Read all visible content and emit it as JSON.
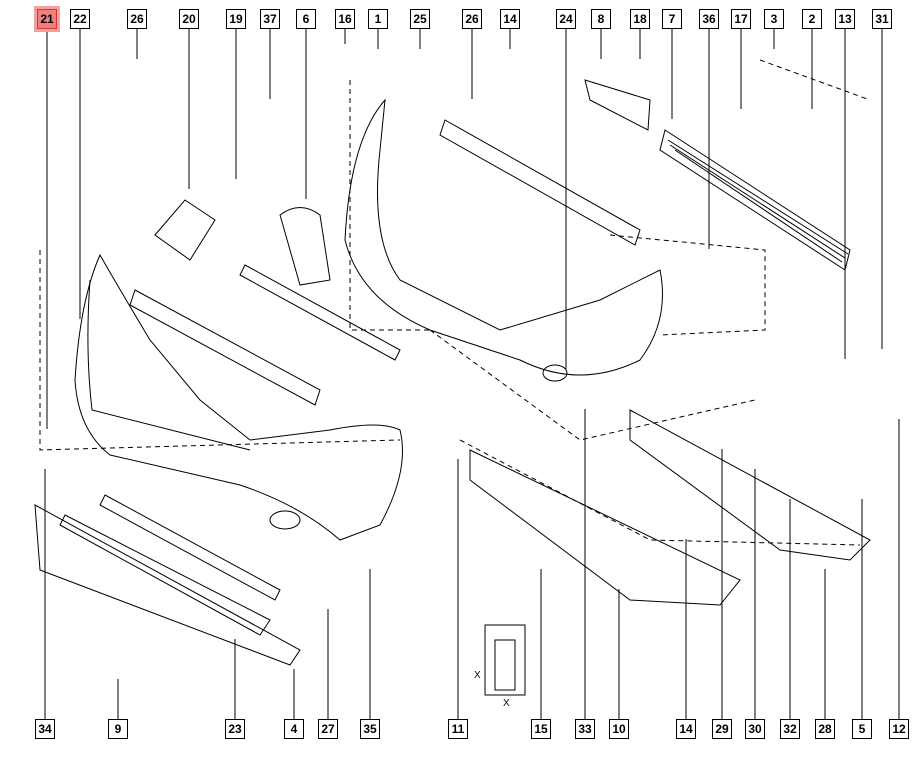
{
  "diagram": {
    "top_labels": [
      "21",
      "22",
      "26",
      "20",
      "19",
      "37",
      "6",
      "16",
      "1",
      "25",
      "26",
      "14",
      "24",
      "8",
      "18",
      "7",
      "36",
      "17",
      "3",
      "2",
      "13",
      "31"
    ],
    "bottom_labels": [
      "34",
      "9",
      "23",
      "4",
      "27",
      "35",
      "11",
      "15",
      "33",
      "10",
      "14",
      "29",
      "30",
      "32",
      "28",
      "5",
      "12"
    ],
    "highlighted_label": "21",
    "highlight_color": "#f08080",
    "inset_dimension_labels": [
      "X",
      "X"
    ]
  }
}
